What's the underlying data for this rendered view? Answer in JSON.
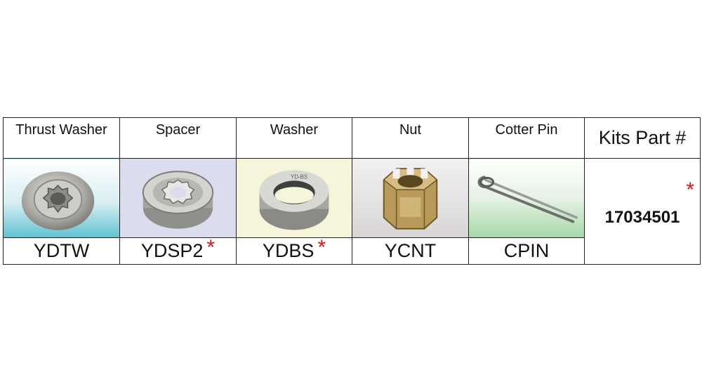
{
  "columns": [
    {
      "header": "Thrust Washer",
      "code": "YDTW",
      "star": "",
      "icon": "thrust-washer-photo"
    },
    {
      "header": "Spacer",
      "code": "YDSP2",
      "star": "*",
      "icon": "spacer-photo"
    },
    {
      "header": "Washer",
      "code": "YDBS",
      "star": "*",
      "icon": "washer-photo"
    },
    {
      "header": "Nut",
      "code": "YCNT",
      "star": "",
      "icon": "nut-photo"
    },
    {
      "header": "Cotter Pin",
      "code": "CPIN",
      "star": "",
      "icon": "cotter-pin-photo"
    }
  ],
  "kits": {
    "header": "Kits Part #",
    "number": "17034501",
    "star": "*"
  },
  "washer_stamp": "YD-BS",
  "colors": {
    "star": "#d81b1b",
    "border": "#222222"
  }
}
